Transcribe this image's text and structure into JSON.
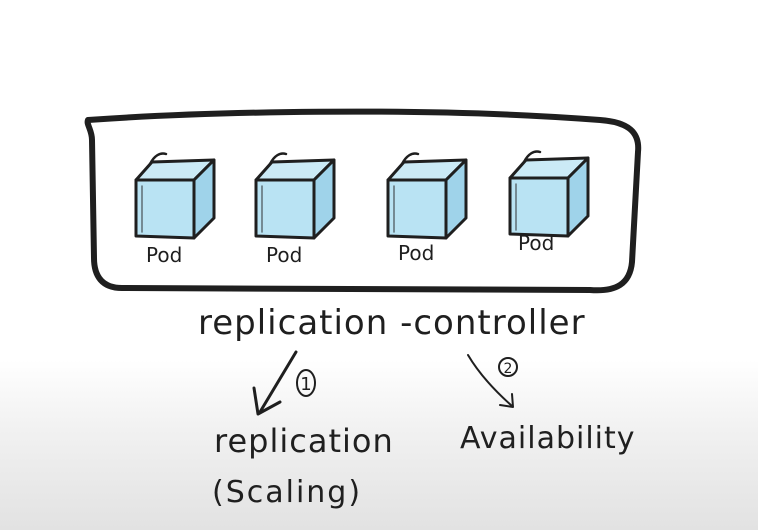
{
  "diagram": {
    "pods": [
      {
        "label": "Pod"
      },
      {
        "label": "Pod"
      },
      {
        "label": "Pod"
      },
      {
        "label": "Pod"
      }
    ],
    "controller_label": "replication -controller",
    "branches": [
      {
        "number": "1",
        "label": "replication",
        "sublabel": "(Scaling)"
      },
      {
        "number": "2",
        "label": "Availability"
      }
    ],
    "colors": {
      "ink": "#1f1f1f",
      "pod_fill": "#b9e3f3",
      "pod_side": "#9fd3ea",
      "pod_top": "#cbeaf6"
    }
  }
}
